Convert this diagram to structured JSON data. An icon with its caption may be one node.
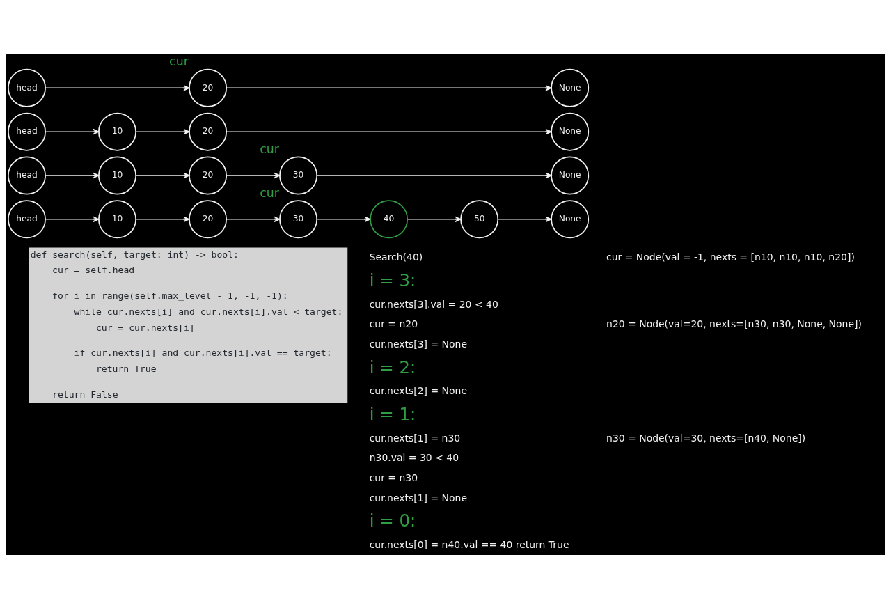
{
  "diagram": {
    "nodes": [
      {
        "text": [
          "head"
        ]
      },
      {
        "text": [
          "20"
        ],
        "beside": [
          "cur"
        ]
      },
      {
        "text": [
          "None"
        ]
      },
      {
        "text": [
          "head"
        ]
      },
      {
        "text": [
          "10"
        ]
      },
      {
        "text": [
          "20"
        ]
      },
      {
        "text": [
          "None"
        ]
      },
      {
        "text": [
          "head"
        ]
      },
      {
        "text": [
          "10"
        ]
      },
      {
        "text": [
          "20"
        ]
      },
      {
        "text": [
          "30"
        ],
        "beside": [
          "cur"
        ]
      },
      {
        "text": [
          "None"
        ]
      },
      {
        "text": [
          "head"
        ]
      },
      {
        "text": [
          "10"
        ]
      },
      {
        "text": [
          "20"
        ]
      },
      {
        "text": [
          "30"
        ],
        "beside": [
          "cur"
        ]
      },
      {
        "text": [
          "40"
        ]
      },
      {
        "text": [
          "50"
        ]
      },
      {
        "text": [
          "None"
        ]
      },
      {
        "text": [
          "def search(self, target: int) -> bool:",
          "cur = self.head",
          "for i in range(self.max_level - 1, -1, -1):",
          "while cur.nexts[i] and cur.nexts[i].val < target:",
          "cur = cur.nexts[i]",
          "if cur.nexts[i] and cur.nexts[i].val == target:",
          "return True",
          "return False"
        ]
      }
    ],
    "edges": [
      {
        "from": 0,
        "to": 1,
        "arrow": "to"
      },
      {
        "from": 1,
        "to": 2,
        "arrow": "to"
      },
      {
        "from": 3,
        "to": 4,
        "arrow": "to"
      },
      {
        "from": 4,
        "to": 5,
        "arrow": "to"
      },
      {
        "from": 5,
        "to": 6,
        "arrow": "to"
      },
      {
        "from": 7,
        "to": 8,
        "arrow": "to"
      },
      {
        "from": 8,
        "to": 9,
        "arrow": "to"
      },
      {
        "from": 9,
        "to": 10,
        "arrow": "to"
      },
      {
        "from": 10,
        "to": 11,
        "arrow": "to"
      },
      {
        "from": 12,
        "to": 13,
        "arrow": "to"
      },
      {
        "from": 13,
        "to": 14,
        "arrow": "to"
      },
      {
        "from": 14,
        "to": 15,
        "arrow": "to"
      },
      {
        "from": 15,
        "to": 16,
        "arrow": "to"
      },
      {
        "from": 16,
        "to": 17,
        "arrow": "to"
      },
      {
        "from": 17,
        "to": 18,
        "arrow": "to"
      }
    ],
    "labels": [
      "Search(40)",
      "cur = Node(val = -1, nexts = [n10, n10, n10, n20])",
      "i = 3:",
      "cur.nexts[3].val = 20 < 40",
      "cur = n20",
      "n20 = Node(val=20, nexts=[n30, n30, None, None])",
      "cur.nexts[3] = None",
      "i = 2:",
      "cur.nexts[2] = None",
      "i = 1:",
      "cur.nexts[1] = n30",
      "n30 = Node(val=30, nexts=[n40, None])",
      "n30.val = 30 < 40",
      "cur = n30",
      "cur.nexts[1] = None",
      "i = 0:",
      "cur.nexts[0] = n40.val == 40 return True"
    ]
  }
}
